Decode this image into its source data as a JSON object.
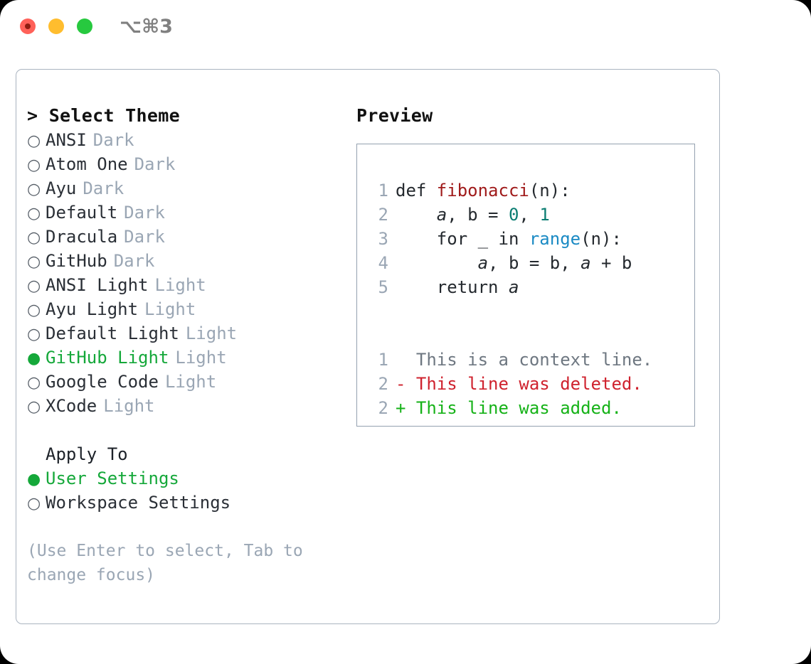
{
  "titlebar": {
    "dots": [
      "close-red",
      "minimize-yellow",
      "zoom-green"
    ],
    "shortcut": "⌥⌘3"
  },
  "left_panel": {
    "title": "> Select Theme",
    "themes": [
      {
        "bullet": "○",
        "name": "ANSI",
        "tag": "Dark",
        "selected": false
      },
      {
        "bullet": "○",
        "name": "Atom One",
        "tag": "Dark",
        "selected": false
      },
      {
        "bullet": "○",
        "name": "Ayu",
        "tag": "Dark",
        "selected": false
      },
      {
        "bullet": "○",
        "name": "Default",
        "tag": "Dark",
        "selected": false
      },
      {
        "bullet": "○",
        "name": "Dracula",
        "tag": "Dark",
        "selected": false
      },
      {
        "bullet": "○",
        "name": "GitHub",
        "tag": "Dark",
        "selected": false
      },
      {
        "bullet": "○",
        "name": "ANSI Light",
        "tag": "Light",
        "selected": false
      },
      {
        "bullet": "○",
        "name": "Ayu Light",
        "tag": "Light",
        "selected": false
      },
      {
        "bullet": "○",
        "name": "Default Light",
        "tag": "Light",
        "selected": false
      },
      {
        "bullet": "●",
        "name": "GitHub Light",
        "tag": "Light",
        "selected": true
      },
      {
        "bullet": "○",
        "name": "Google Code",
        "tag": "Light",
        "selected": false
      },
      {
        "bullet": "○",
        "name": "XCode",
        "tag": "Light",
        "selected": false
      }
    ],
    "apply_to": {
      "title": "Apply To",
      "options": [
        {
          "bullet": "●",
          "label": "User Settings",
          "selected": true
        },
        {
          "bullet": "○",
          "label": "Workspace Settings",
          "selected": false
        }
      ]
    },
    "hint": "(Use Enter to select, Tab to change focus)"
  },
  "right_panel": {
    "title": "Preview",
    "code_lines": [
      {
        "lineno": "1",
        "tokens": [
          {
            "text": "def ",
            "type": "plain"
          },
          {
            "text": "fibonacci",
            "type": "func"
          },
          {
            "text": "(n):",
            "type": "plain"
          }
        ]
      },
      {
        "lineno": "2",
        "tokens": [
          {
            "text": "    ",
            "type": "plain"
          },
          {
            "text": "a",
            "type": "var"
          },
          {
            "text": ", b = ",
            "type": "plain"
          },
          {
            "text": "0",
            "type": "num"
          },
          {
            "text": ", ",
            "type": "plain"
          },
          {
            "text": "1",
            "type": "num"
          }
        ]
      },
      {
        "lineno": "3",
        "tokens": [
          {
            "text": "    for _ in ",
            "type": "plain"
          },
          {
            "text": "range",
            "type": "builtin"
          },
          {
            "text": "(n):",
            "type": "plain"
          }
        ]
      },
      {
        "lineno": "4",
        "tokens": [
          {
            "text": "        ",
            "type": "plain"
          },
          {
            "text": "a",
            "type": "var"
          },
          {
            "text": ", b = b, ",
            "type": "plain"
          },
          {
            "text": "a",
            "type": "var"
          },
          {
            "text": " + b",
            "type": "plain"
          }
        ]
      },
      {
        "lineno": "5",
        "tokens": [
          {
            "text": "    return ",
            "type": "plain"
          },
          {
            "text": "a",
            "type": "var"
          }
        ]
      }
    ],
    "diff_lines": [
      {
        "lineno": "1",
        "marker": " ",
        "text": " This is a context line.",
        "type": "context"
      },
      {
        "lineno": "2",
        "marker": "-",
        "text": " This line was deleted.",
        "type": "deleted"
      },
      {
        "lineno": "2",
        "marker": "+",
        "text": " This line was added.",
        "type": "added"
      }
    ]
  },
  "colors": {
    "accent_green": "#15a83a",
    "tag_gray": "#9aa6b4",
    "border": "#aab4c0",
    "diff_add": "#16b218",
    "diff_del": "#cf222e",
    "func_red": "#a01b1b",
    "num_teal": "#0b7d72",
    "builtin_blue": "#1a8ac4"
  }
}
